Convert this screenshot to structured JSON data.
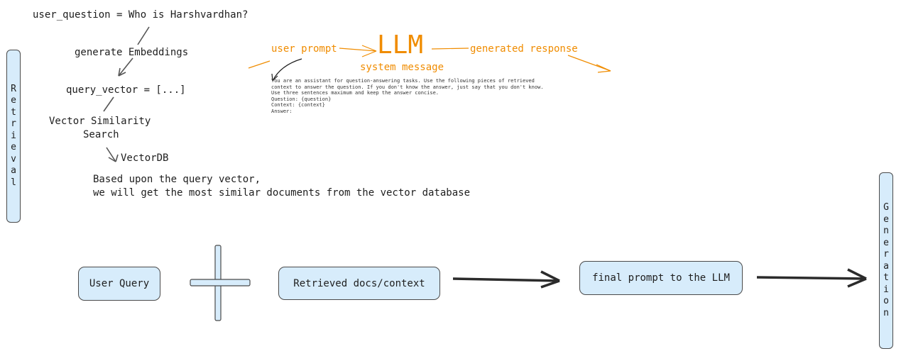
{
  "retrieval": {
    "user_question": "user_question = Who is Harshvardhan?",
    "generate_embeddings": "generate Embeddings",
    "query_vector": "query_vector = [...]",
    "vector_similarity_line1": "Vector Similarity",
    "vector_similarity_line2": "Search",
    "vectordb": "VectorDB",
    "note_line1": "Based upon the query vector,",
    "note_line2": "we will get the most similar documents from the vector database",
    "side_label": [
      "R",
      "e",
      "t",
      "r",
      "i",
      "e",
      "v",
      "a",
      "l"
    ]
  },
  "llm": {
    "user_prompt": "user prompt",
    "title": "LLM",
    "generated_response": "generated response",
    "system_message": "system message",
    "prompt_template": [
      "You are an assistant for question-answering tasks. Use the following pieces of retrieved",
      "context to answer the question. If you don't know the answer, just say that you don't know.",
      "Use three sentences maximum and keep the answer concise.",
      "",
      "Question: {question}",
      "",
      "Context: {context}",
      "",
      "Answer:"
    ]
  },
  "generation": {
    "user_query": "User Query",
    "retrieved_docs": "Retrieved docs/context",
    "final_prompt": "final prompt to the LLM",
    "side_label": [
      "G",
      "e",
      "n",
      "e",
      "r",
      "a",
      "t",
      "i",
      "o",
      "n"
    ]
  },
  "colors": {
    "accent": "#f08c00",
    "box_fill": "#d7ecfb",
    "stroke": "#1e1e1e"
  }
}
